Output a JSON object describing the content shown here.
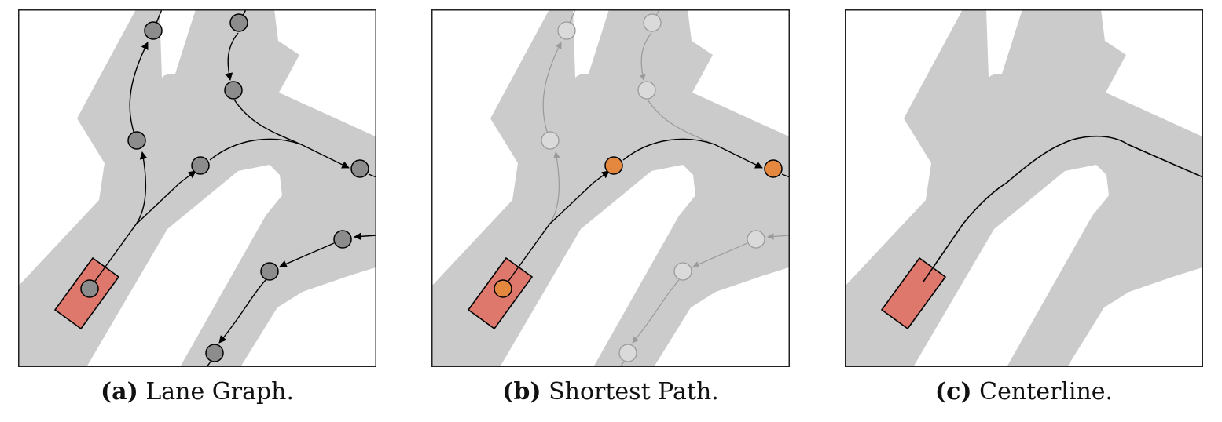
{
  "colors": {
    "road": "#cbcbcb",
    "background": "#ffffff",
    "node_gray": "#8c8c8c",
    "node_highlight": "#e3883e",
    "vehicle": "#df786c",
    "edge_active": "#000000",
    "edge_faded": "#9a9a9a"
  },
  "panels": [
    {
      "caption_tag": "(a)",
      "caption_text": "Lane Graph.",
      "content": "lane-graph"
    },
    {
      "caption_tag": "(b)",
      "caption_text": "Shortest Path.",
      "content": "shortest-path"
    },
    {
      "caption_tag": "(c)",
      "caption_text": "Centerline.",
      "content": "centerline"
    }
  ]
}
